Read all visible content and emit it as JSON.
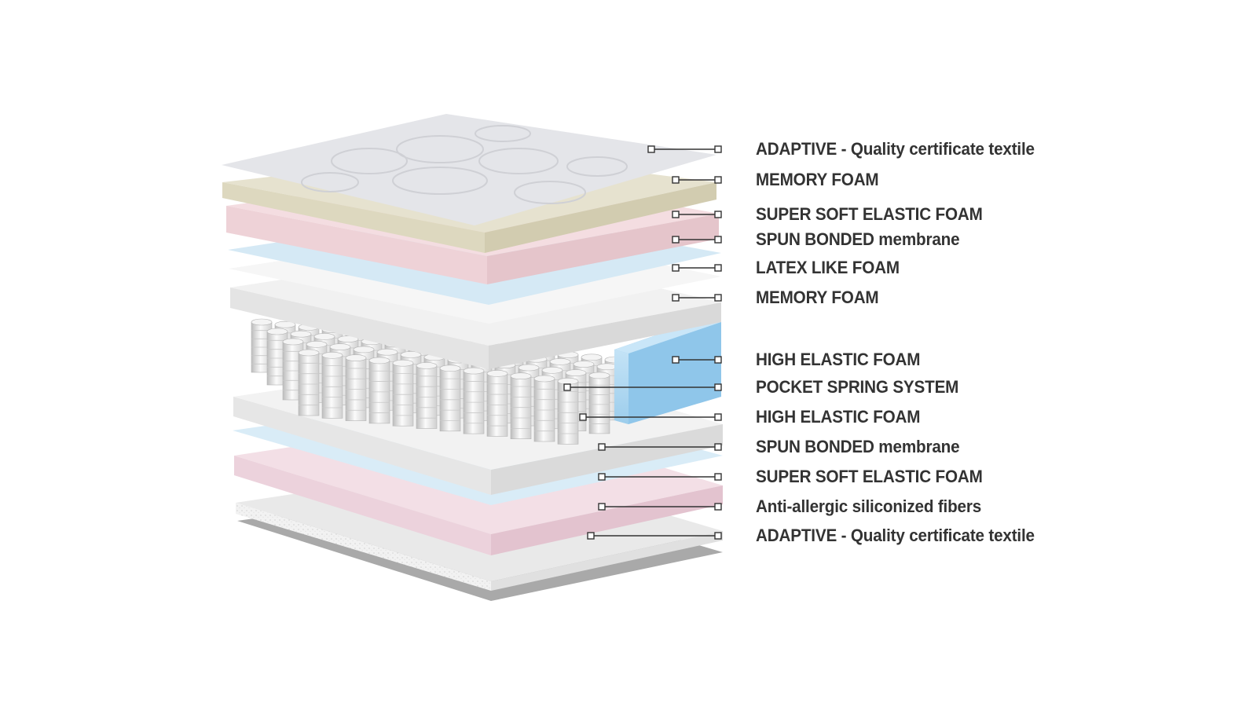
{
  "diagram": {
    "layers": [
      {
        "label": "ADAPTIVE - Quality certificate textile",
        "color": "#e4e5e9",
        "icon": "quilted-textile"
      },
      {
        "label": "MEMORY FOAM",
        "color": "#ddd8bf"
      },
      {
        "label": "SUPER SOFT ELASTIC FOAM",
        "color": "#edd2d6"
      },
      {
        "label": "SPUN BONDED membrane",
        "color": "#d5e9f5"
      },
      {
        "label": "LATEX LIKE FOAM",
        "color": "#f0f0f0"
      },
      {
        "label": "MEMORY FOAM",
        "color": "#ededed"
      },
      {
        "label": "HIGH ELASTIC FOAM",
        "color": "#a9d3ee",
        "icon": "foam-block"
      },
      {
        "label": "POCKET SPRING SYSTEM",
        "color": "#e8e8e8",
        "icon": "spring-coils"
      },
      {
        "label": "HIGH ELASTIC FOAM",
        "color": "#ededed"
      },
      {
        "label": "SPUN BONDED membrane",
        "color": "#d9ecf7"
      },
      {
        "label": "SUPER SOFT ELASTIC FOAM",
        "color": "#efd6df"
      },
      {
        "label": "Anti-allergic siliconized fibers",
        "color": "#f1f1f1"
      },
      {
        "label": "ADAPTIVE - Quality certificate textile",
        "color": "#a9a9a9"
      }
    ],
    "line_color": "#333333"
  }
}
